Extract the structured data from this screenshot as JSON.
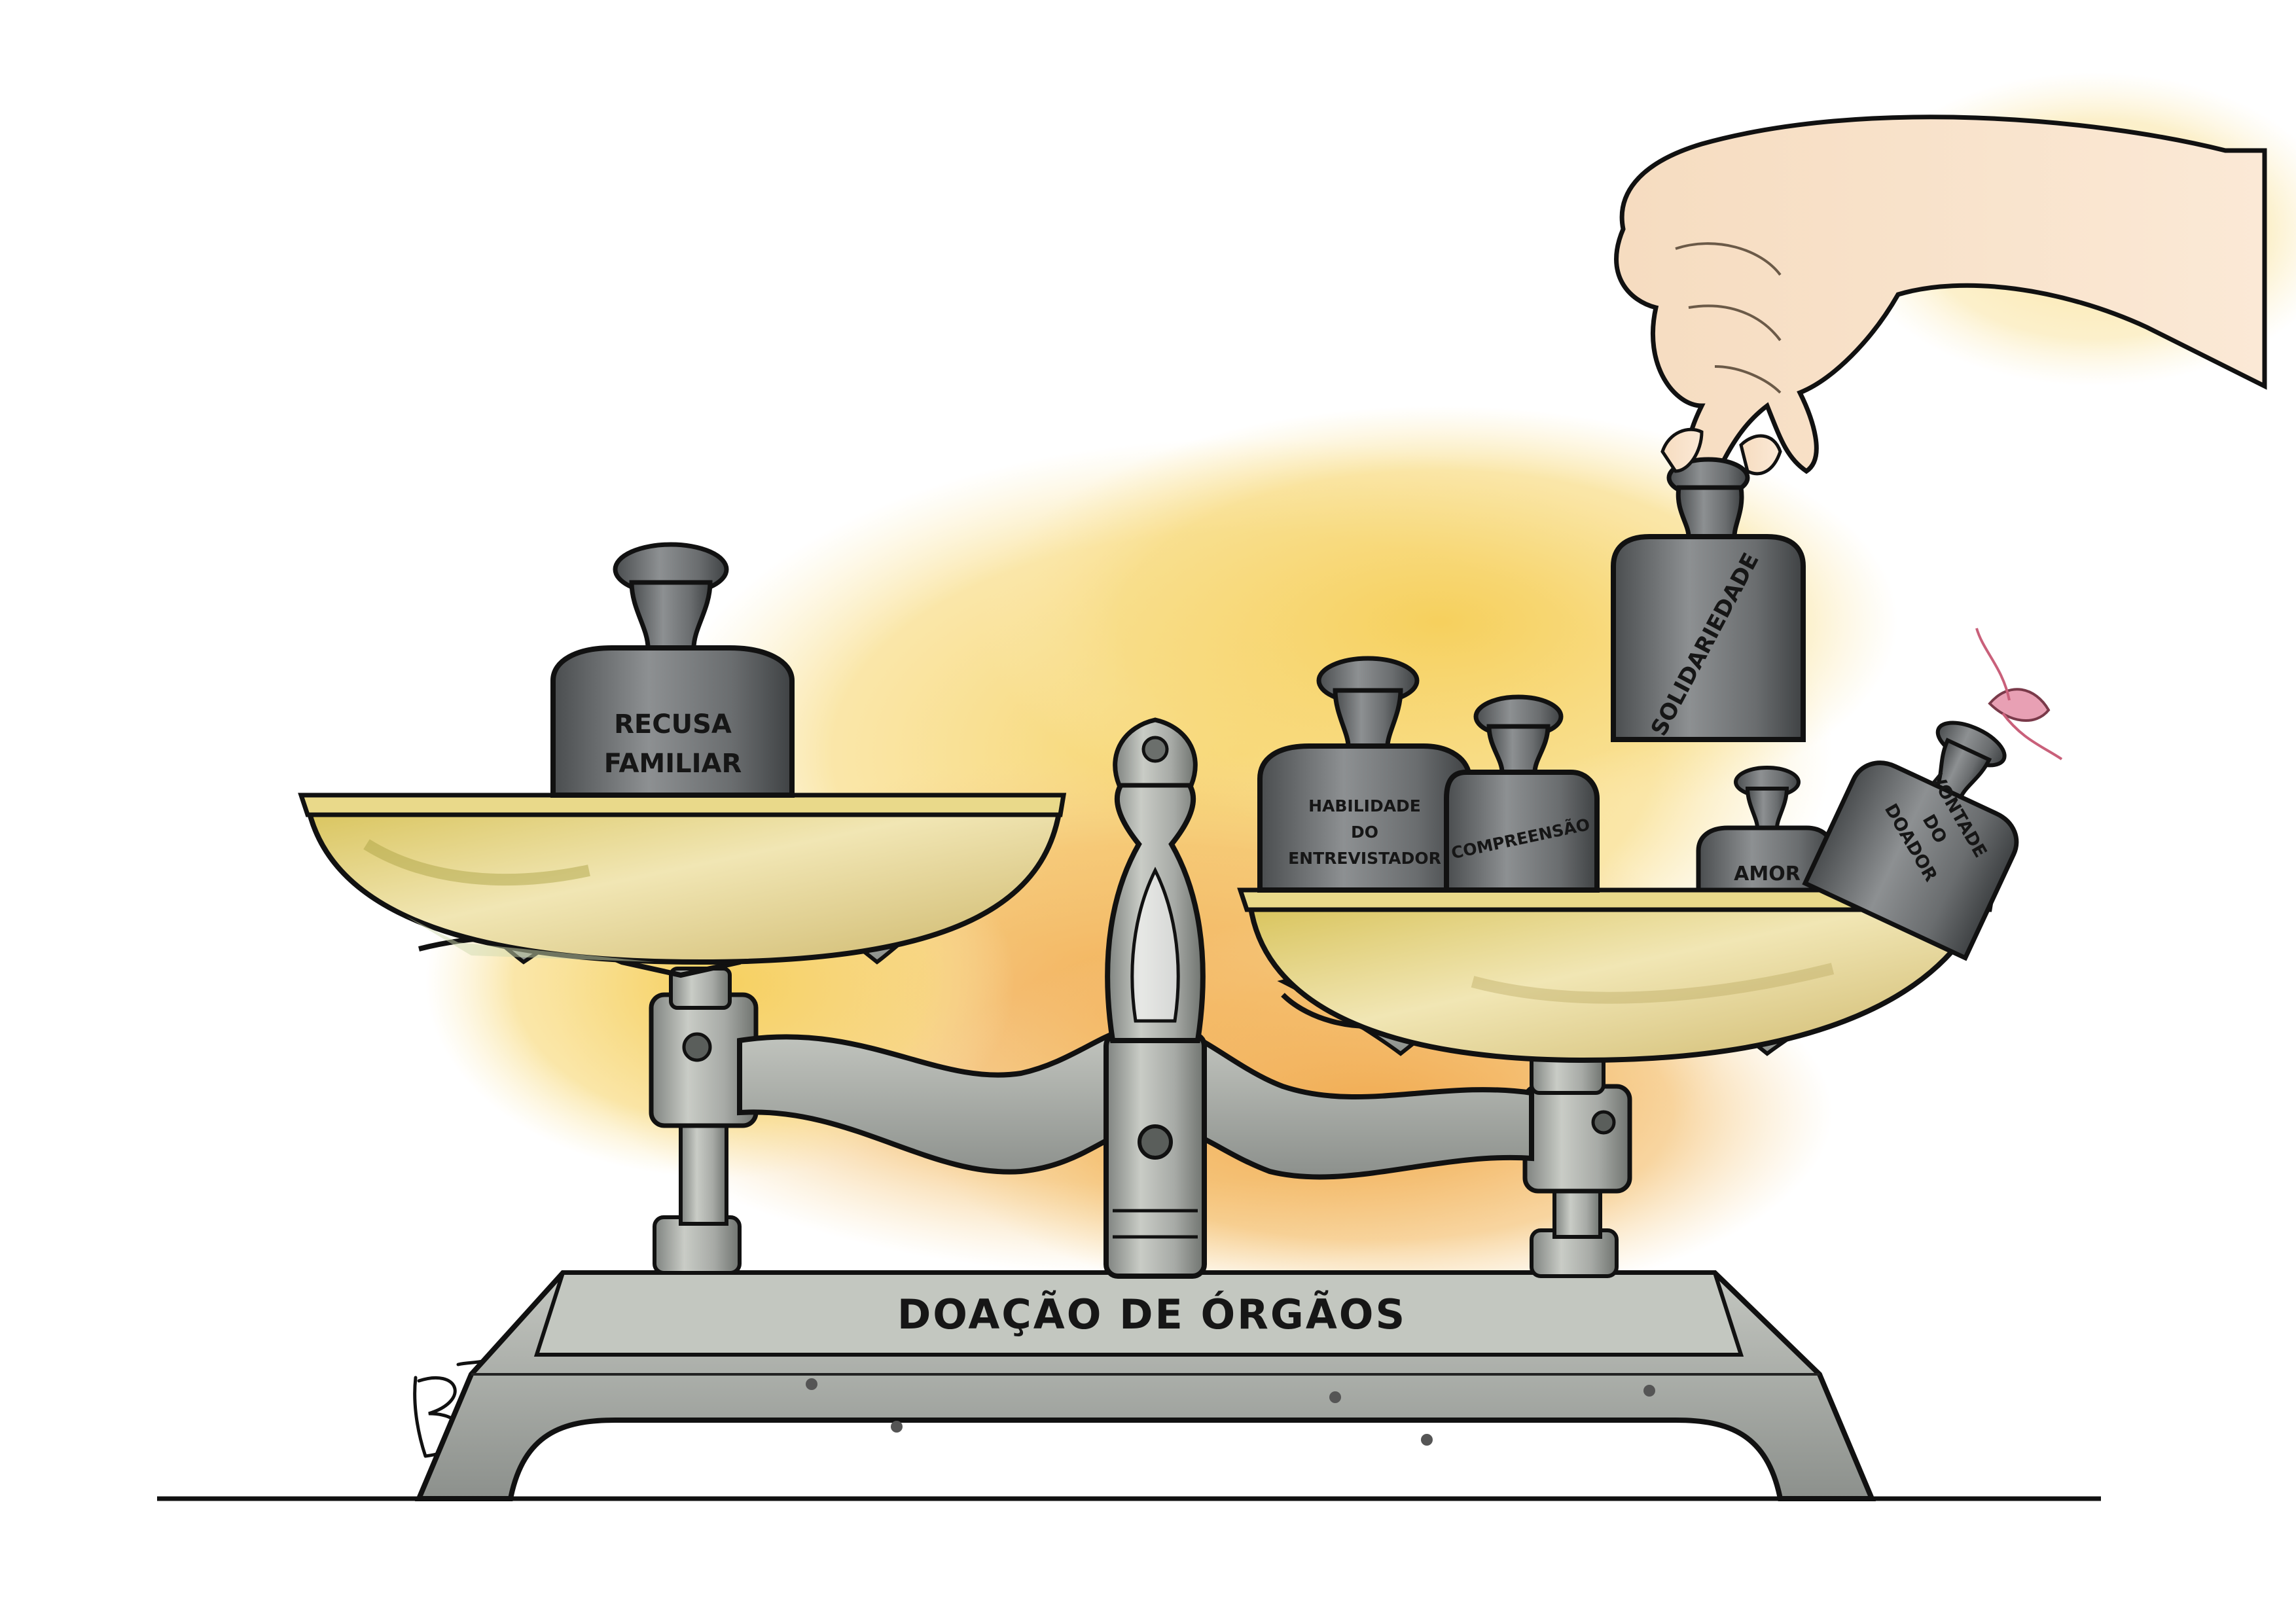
{
  "illustration": {
    "scale_base_label": "DOAÇÃO DE ÓRGÃOS",
    "left_pan_weights": [
      {
        "label_line1": "RECUSA",
        "label_line2": "FAMILIAR"
      }
    ],
    "right_pan_weights": [
      {
        "label_line1": "HABILIDADE",
        "label_line2": "DO",
        "label_line3": "ENTREVISTADOR"
      },
      {
        "label": "COMPREENSÃO"
      },
      {
        "label": "AMOR"
      },
      {
        "label_line1": "VONTADE",
        "label_line2": "DO",
        "label_line3": "DOADOR"
      }
    ],
    "held_weight": {
      "label": "SOLIDARIEDADE"
    },
    "signature": "B"
  },
  "colors": {
    "background": "#ffffff",
    "wash_yellow": "#f6cf5a",
    "wash_orange": "#f1a94e",
    "metal_light": "#c9ccc6",
    "metal_mid": "#9a9e9a",
    "metal_dark": "#6b6f6c",
    "weight_dark": "#55585a",
    "pan_gold": "#e3cf78",
    "skin": "#f9e2c8",
    "outline": "#111111",
    "ribbon": "#e8a0b4"
  }
}
